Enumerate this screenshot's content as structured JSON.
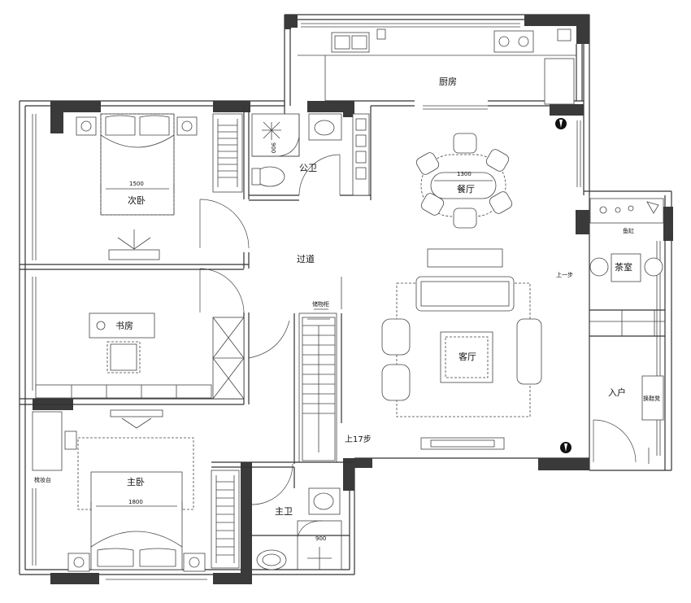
{
  "rooms": {
    "kitchen": "厨房",
    "public_bath": "公卫",
    "second_bedroom": "次卧",
    "dining": "餐厅",
    "corridor": "过道",
    "study": "书房",
    "living": "客厅",
    "tea_room": "茶室",
    "entry": "入户",
    "master_bedroom": "主卧",
    "master_bath": "主卫"
  },
  "labels": {
    "fish_tank": "鱼缸",
    "up_one_step": "上一步",
    "storage_cabinet": "储物柜",
    "up_17_steps": "上17步",
    "vanity": "梳妆台",
    "shoe_cabinet": "换鞋凳"
  },
  "dimensions": {
    "second_bed_width": "1500",
    "public_shower": "900",
    "dining_table": "1300",
    "master_bed_width": "1800",
    "master_shower": "900"
  }
}
